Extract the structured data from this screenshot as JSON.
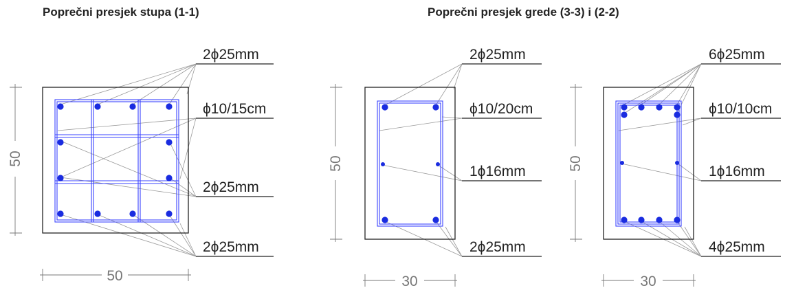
{
  "titles": {
    "column": "Poprečni presjek stupa (1-1)",
    "beam": "Poprečni presjek grede (3-3) i (2-2)"
  },
  "colors": {
    "rebar": "#1a2ce0",
    "stirrup": "#3b44ff",
    "outline": "#222222",
    "leader": "#999999",
    "dimension": "#777777"
  },
  "column": {
    "dim_height": "50",
    "dim_width": "50",
    "labels": [
      "2ϕ25mm",
      "ϕ10/15cm",
      "2ϕ25mm",
      "2ϕ25mm"
    ]
  },
  "beam_a": {
    "dim_height": "50",
    "dim_width": "30",
    "labels": [
      "2ϕ25mm",
      "ϕ10/20cm",
      "1ϕ16mm",
      "2ϕ25mm"
    ]
  },
  "beam_b": {
    "dim_height": "50",
    "dim_width": "30",
    "labels": [
      "6ϕ25mm",
      "ϕ10/10cm",
      "1ϕ16mm",
      "4ϕ25mm"
    ]
  }
}
